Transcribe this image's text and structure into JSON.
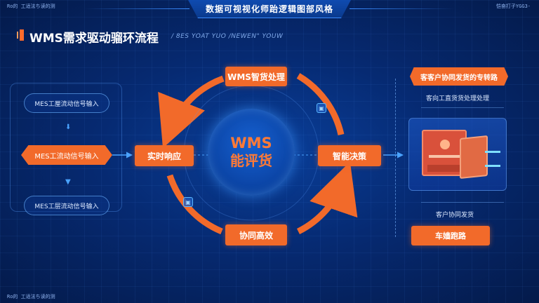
{
  "corners": {
    "top_left": "Ro的 工适法ち读的测",
    "top_right": "恺奋打子YGG3-",
    "bottom_left": "Ro的 工适法ち读的测"
  },
  "banner": {
    "title": "数据可视视化师跆逻辑图部风格"
  },
  "header": {
    "title": "WMS需求驱动骝环流程",
    "subtitle": "/ 8ES YOAT YUO /NEWEN\" YOUW"
  },
  "left": {
    "items": [
      "MES工厘流动信号输入",
      "MES工流动信号输入",
      "MES工层流动信号输入"
    ]
  },
  "cycle": {
    "top": "WMS智货处理",
    "left": "实时响应",
    "right": "智能决策",
    "bottom": "协同高效",
    "core_line1": "WMS",
    "core_line2": "能评货"
  },
  "right": {
    "top_button": "客客户协同发货的专转路",
    "top_caption": "客向工直货货处理处理",
    "bottom_caption": "客户协同发货",
    "bottom_button": "车嫱跑路"
  },
  "colors": {
    "accent": "#f26a2a",
    "ring": "#f26a2a",
    "bg": "#062a72"
  }
}
